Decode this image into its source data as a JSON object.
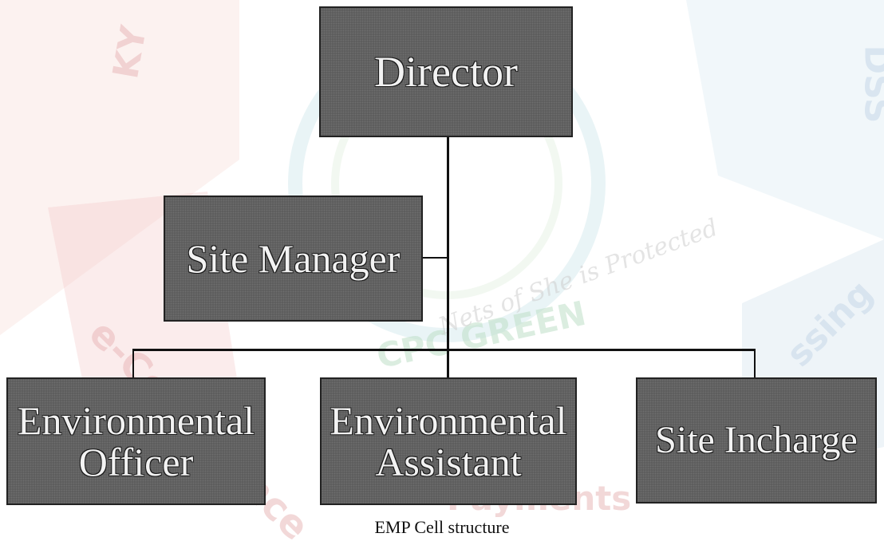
{
  "diagram": {
    "nodes": {
      "director": "Director",
      "site_manager": "Site Manager",
      "environmental_officer": [
        "Environmental",
        "Officer"
      ],
      "environmental_assistant": [
        "Environmental",
        "Assistant"
      ],
      "site_incharge": "Site Incharge"
    },
    "caption": "EMP Cell structure"
  },
  "watermark": {
    "texts": [
      "KY",
      "e-Compliance",
      "Payments",
      "CPC GREEN",
      "ssing",
      "DSS",
      "Nets of She is Protected"
    ],
    "color": "#e9b9ba"
  }
}
